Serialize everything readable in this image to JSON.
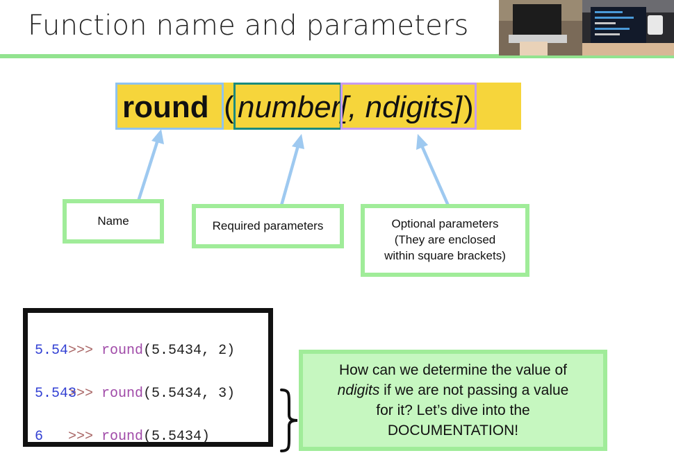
{
  "slide": {
    "title": "Function name and parameters"
  },
  "signature": {
    "name": "round",
    "open_paren": "(",
    "required_param": "number",
    "optional_part": "[, ndigits]",
    "close_paren": ")"
  },
  "callouts": {
    "name": "Name",
    "required": "Required parameters",
    "optional_lines": [
      "Optional parameters",
      "(They are enclosed",
      "within square brackets)"
    ]
  },
  "code_example": {
    "lines": [
      {
        "prompt": ">>> ",
        "fn": "round",
        "args": "(5.5434, 2)"
      },
      {
        "output": "5.54"
      },
      {
        "prompt": ">>> ",
        "fn": "round",
        "args": "(5.5434, 3)"
      },
      {
        "output": "5.543"
      },
      {
        "prompt": ">>> ",
        "fn": "round",
        "args": "(5.5434)"
      },
      {
        "output": "6"
      }
    ]
  },
  "note": {
    "line1": "How can we determine the value of",
    "line2_italic": "ndigits",
    "line2_rest": " if we are not passing a value",
    "line3": "for it? Let’s dive into the",
    "line4": "DOCUMENTATION!"
  },
  "colors": {
    "accent_green": "#a0ec99",
    "note_fill": "#c6f7c0",
    "highlight_yellow": "#f6d53b",
    "arrow_blue": "#9ec9f0",
    "box_name": "#8fc3ef",
    "box_required": "#1a8a7e",
    "box_optional": "#c79cf0"
  }
}
